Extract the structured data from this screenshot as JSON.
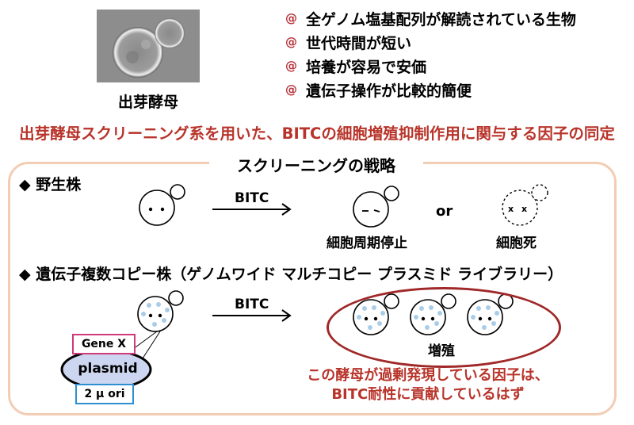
{
  "photo": {
    "label": "出芽酵母"
  },
  "features": [
    "全ゲノム塩基配列が解読されている生物",
    "世代時間が短い",
    "培養が容易で安価",
    "遺伝子操作が比較的簡便"
  ],
  "bullet_icon": "spiral-bullet-icon",
  "headline": "出芽酵母スクリーニング系を用いた、BITCの細胞増殖抑制作用に関与する因子の同定",
  "strategy": {
    "title": "スクリーニングの戦略",
    "wild_type": {
      "heading": "◆ 野生株",
      "arrow_label": "BITC",
      "outcome_a": "細胞周期停止",
      "or_label": "or",
      "outcome_b": "細胞死"
    },
    "multicopy": {
      "heading": "◆ 遺伝子複数コピー株（ゲノムワイド マルチコピー プラスミド ライブラリー）",
      "arrow_label": "BITC",
      "gene_label": "Gene X",
      "plasmid_label": "plasmid",
      "ori_label": "2 μ ori",
      "result_label": "増殖",
      "conclusion_line1": "この酵母が過剰発現している因子は、",
      "conclusion_line2": "BITC耐性に貢献しているはず"
    }
  },
  "colors": {
    "accent_red": "#b8342a",
    "frame": "#f2cdb4",
    "dot_blue": "#a9cde8",
    "gene_box": "#d03a7a",
    "ori_box": "#2d8fd2"
  }
}
